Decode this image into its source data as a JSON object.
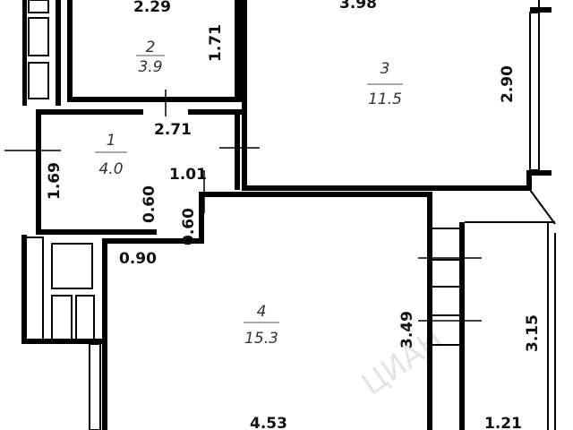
{
  "rooms": [
    {
      "number": "1",
      "area": "4.0"
    },
    {
      "number": "2",
      "area": "3.9"
    },
    {
      "number": "3",
      "area": "11.5"
    },
    {
      "number": "4",
      "area": "15.3"
    }
  ],
  "dimensions": {
    "room2_width": "2.29",
    "room2_height": "1.71",
    "room3_width": "3.98",
    "room3_height": "2.90",
    "room1_width": "2.71",
    "room1_height": "1.69",
    "door_width": "1.01",
    "wall_a": "0.60",
    "wall_b": "0.60",
    "recess": "0.90",
    "room4_height": "3.49",
    "room4_width": "4.53",
    "balcony_height": "3.15",
    "balcony_width": "1.21"
  },
  "watermark": "ЦИАН",
  "colors": {
    "wall": "#000000",
    "text": "#111111",
    "room_label": "#333333"
  }
}
